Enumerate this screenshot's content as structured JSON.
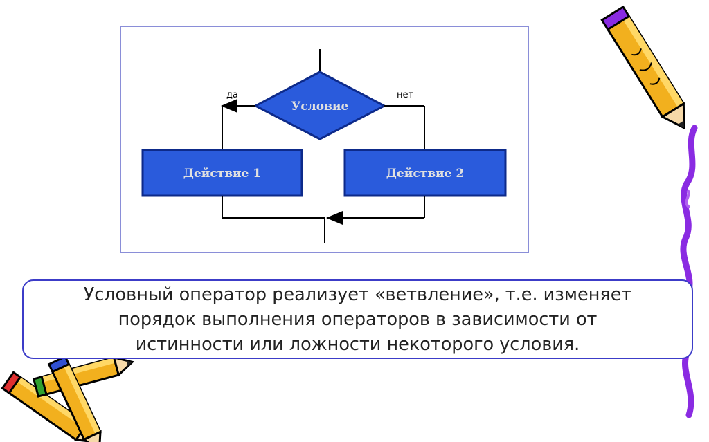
{
  "diagram": {
    "condition_label": "Условие",
    "yes_label": "да",
    "no_label": "нет",
    "action1_label": "Действие 1",
    "action2_label": "Действие 2",
    "block_color": "#2a5bdc",
    "block_border": "#0d2a8a"
  },
  "caption": {
    "lines": [
      "Условный оператор реализует «ветвление», т.е. изменяет",
      "порядок выполнения операторов в зависимости от",
      "истинности или ложности некоторого условия."
    ],
    "border_color": "#3c3cc8"
  },
  "decorations": [
    {
      "name": "pencil-icon",
      "color": "#f2b01e"
    },
    {
      "name": "squiggle-icon",
      "color": "#8a2be2"
    }
  ]
}
